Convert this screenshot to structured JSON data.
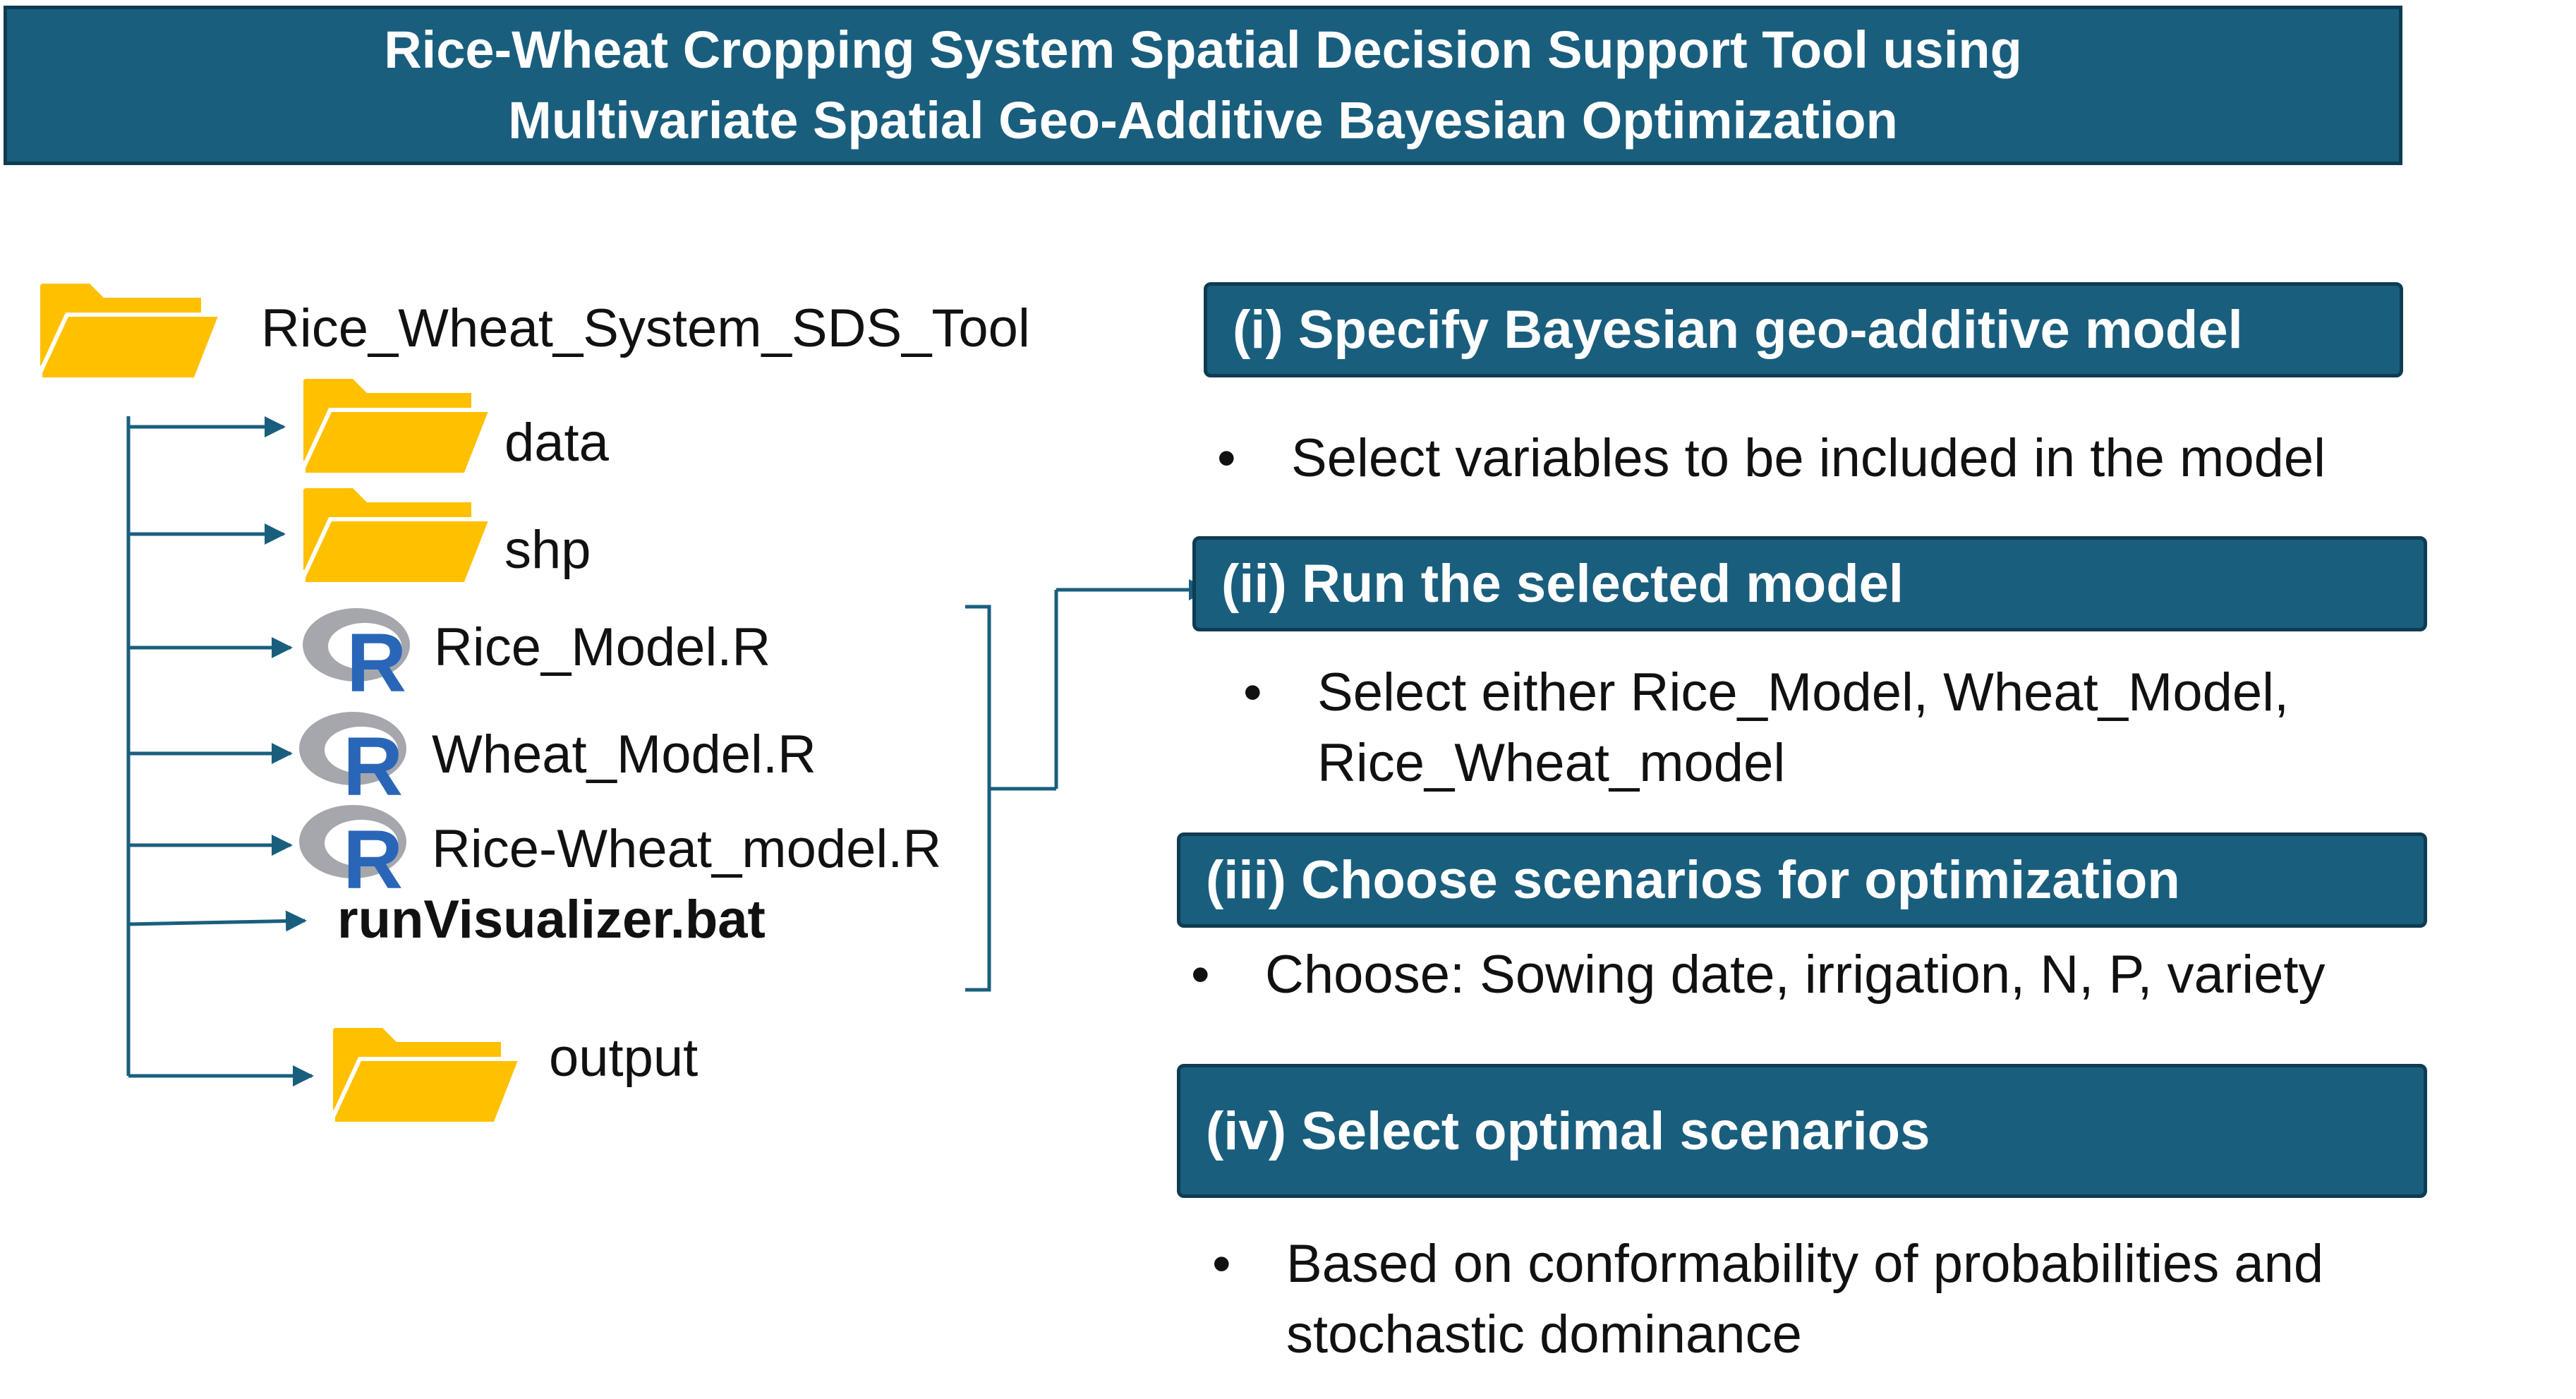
{
  "title": {
    "line1": "Rice-Wheat Cropping System Spatial Decision Support Tool using",
    "line2": "Multivariate Spatial Geo-Additive Bayesian Optimization"
  },
  "tree": {
    "root": {
      "label": "Rice_Wheat_System_SDS_Tool",
      "icon": "folder-icon"
    },
    "items": [
      {
        "label": "data",
        "icon": "folder-icon"
      },
      {
        "label": "shp",
        "icon": "folder-icon"
      },
      {
        "label": "Rice_Model.R",
        "icon": "r-logo-icon"
      },
      {
        "label": "Wheat_Model.R",
        "icon": "r-logo-icon"
      },
      {
        "label": "Rice-Wheat_model.R",
        "icon": "r-logo-icon"
      },
      {
        "label": "runVisualizer.bat",
        "icon": ""
      },
      {
        "label": "output",
        "icon": "folder-icon"
      }
    ]
  },
  "steps": [
    {
      "title": "(i) Specify Bayesian geo-additive model",
      "bullet_lines": [
        "Select variables to be included in the model"
      ]
    },
    {
      "title": "(ii) Run the selected model",
      "bullet_lines": [
        "Select either Rice_Model, Wheat_Model,",
        "Rice_Wheat_model"
      ]
    },
    {
      "title": "(iii) Choose scenarios for optimization",
      "bullet_lines": [
        "Choose: Sowing date, irrigation, N, P, variety"
      ]
    },
    {
      "title": "(iv) Select optimal scenarios",
      "bullet_lines": [
        "Based on conformability of probabilities and",
        "stochastic dominance"
      ]
    }
  ],
  "bullet_symbol": "•",
  "colors": {
    "box_fill": "#1a5e7e",
    "box_border": "#0e3c52",
    "line": "#1a5e7e",
    "folder": "#ffc000",
    "r_blue": "#2a66b8",
    "r_ring": "#a5a7ad"
  }
}
